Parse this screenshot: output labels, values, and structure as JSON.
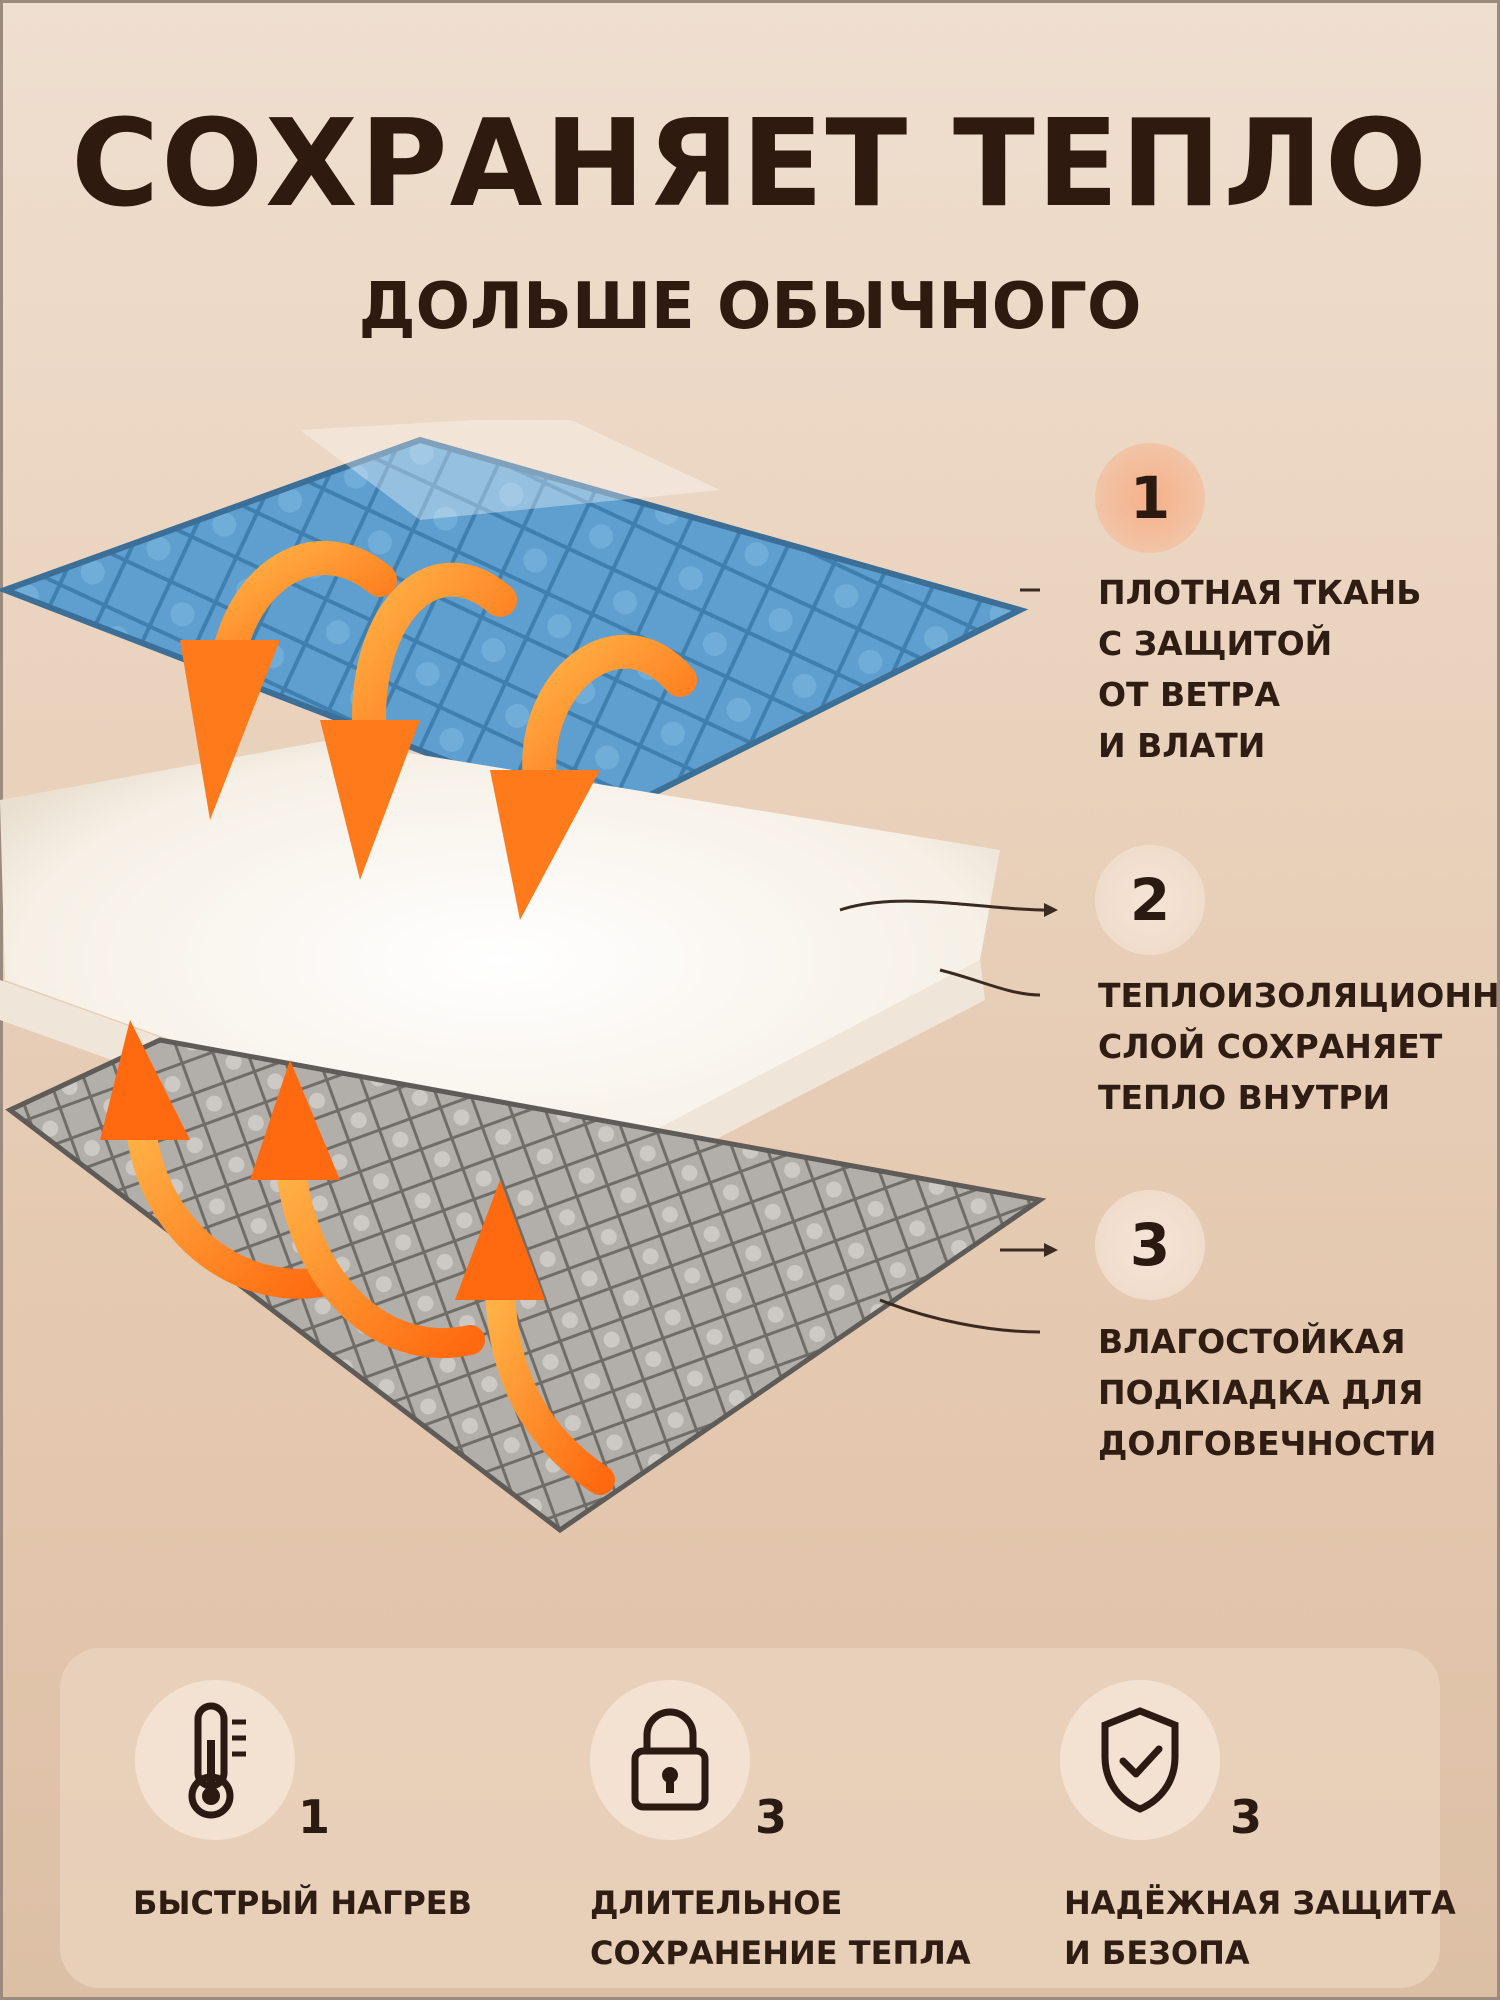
{
  "header": {
    "title": "СОХРАНЯЕТ ТЕПЛО",
    "subtitle": "ДОЛЬШЕ ОБЫЧНОГО"
  },
  "layers": [
    {
      "number": "1",
      "lines": [
        "ПЛОТНАЯ ТКАНЬ",
        "С ЗАЩИТОЙ",
        "ОТ ВЕТРА",
        "И ВЛАТИ"
      ]
    },
    {
      "number": "2",
      "lines": [
        "ТЕПЛОИЗОЛЯЦИОННЫЙ",
        "СЛОЙ СОХРАНЯЕТ",
        "ТЕПЛО ВНУТРИ"
      ]
    },
    {
      "number": "3",
      "lines": [
        "ВЛАГОСТОЙКАЯ",
        "ПОДКIАДКА ДЛЯ",
        "ДОЛГОВЕЧНОСТИ"
      ]
    }
  ],
  "benefits": [
    {
      "icon": "thermometer-icon",
      "number": "1",
      "lines": [
        "БЫСТРЫЙ НАГРЕВ"
      ]
    },
    {
      "icon": "lock-icon",
      "number": "3",
      "lines": [
        "ДЛИТЕЛЬНОЕ",
        "СОХРАНЕНИЕ ТЕПЛА"
      ]
    },
    {
      "icon": "shield-check-icon",
      "number": "3",
      "lines": [
        "НАДЁЖНАЯ ЗАЩИТА",
        "И БЕЗОПА"
      ]
    }
  ],
  "colors": {
    "background": "#e8cfb8",
    "text": "#2f1a10",
    "arrow": "#ff7a1a",
    "outer_fabric": "#5d9ccb",
    "insulation": "#fbf7f0",
    "lining": "#a9a6a2",
    "highlight_badge": "#f6b089"
  }
}
